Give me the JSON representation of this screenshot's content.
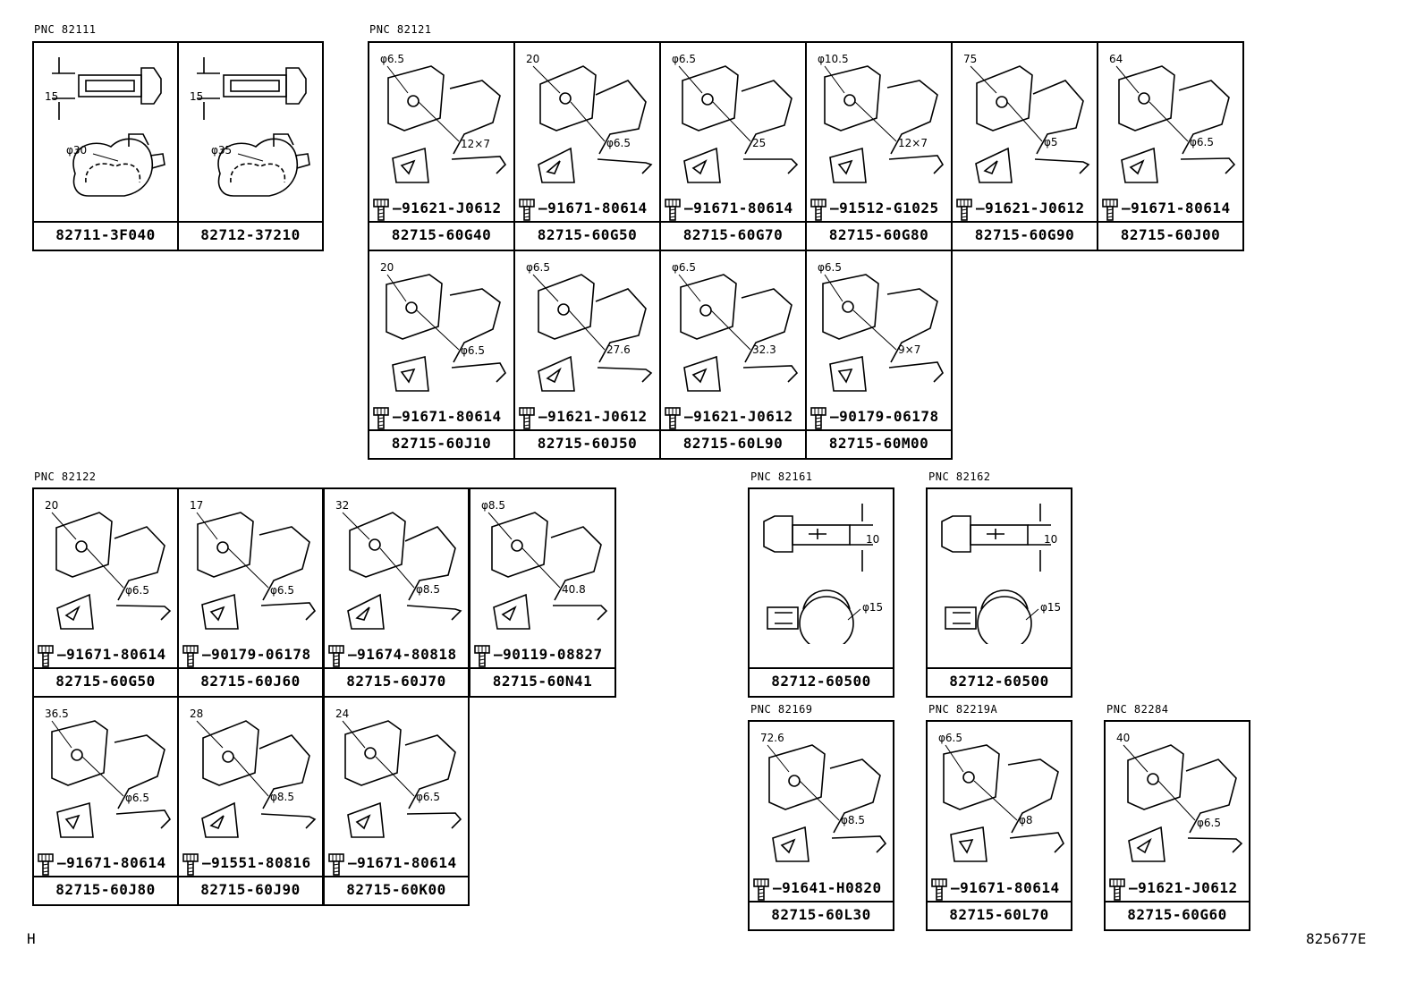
{
  "groups": [
    {
      "pnc": "PNC 82111",
      "cells": [
        {
          "part": "82711-3F040",
          "bolt": "",
          "dims": [
            "15",
            "φ30"
          ]
        },
        {
          "part": "82712-37210",
          "bolt": "",
          "dims": [
            "15",
            "φ35"
          ]
        }
      ]
    },
    {
      "pnc": "PNC 82121",
      "cells": [
        {
          "part": "82715-60G40",
          "bolt": "91621-J0612",
          "dims": [
            "φ6.5",
            "12×7"
          ]
        },
        {
          "part": "82715-60G50",
          "bolt": "91671-80614",
          "dims": [
            "20",
            "φ6.5"
          ]
        },
        {
          "part": "82715-60G70",
          "bolt": "91671-80614",
          "dims": [
            "φ6.5",
            "25"
          ]
        },
        {
          "part": "82715-60G80",
          "bolt": "91512-G1025",
          "dims": [
            "φ10.5",
            "12×7"
          ]
        },
        {
          "part": "82715-60G90",
          "bolt": "91621-J0612",
          "dims": [
            "75",
            "φ5"
          ]
        },
        {
          "part": "82715-60J00",
          "bolt": "91671-80614",
          "dims": [
            "64",
            "φ6.5"
          ]
        },
        {
          "part": "82715-60J10",
          "bolt": "91671-80614",
          "dims": [
            "20",
            "φ6.5"
          ]
        },
        {
          "part": "82715-60J50",
          "bolt": "91621-J0612",
          "dims": [
            "φ6.5",
            "27.6"
          ]
        },
        {
          "part": "82715-60L90",
          "bolt": "91621-J0612",
          "dims": [
            "φ6.5",
            "32.3"
          ]
        },
        {
          "part": "82715-60M00",
          "bolt": "90179-06178",
          "dims": [
            "φ6.5",
            "9×7"
          ]
        }
      ]
    },
    {
      "pnc": "PNC 82122",
      "cells": [
        {
          "part": "82715-60G50",
          "bolt": "91671-80614",
          "dims": [
            "20",
            "φ6.5"
          ]
        },
        {
          "part": "82715-60J60",
          "bolt": "90179-06178",
          "dims": [
            "17",
            "φ6.5"
          ]
        },
        {
          "part": "82715-60J70",
          "bolt": "91674-80818",
          "dims": [
            "32",
            "φ8.5"
          ]
        },
        {
          "part": "82715-60N41",
          "bolt": "90119-08827",
          "dims": [
            "φ8.5",
            "40.8"
          ]
        },
        {
          "part": "82715-60J80",
          "bolt": "91671-80614",
          "dims": [
            "36.5",
            "φ6.5"
          ]
        },
        {
          "part": "82715-60J90",
          "bolt": "91551-80816",
          "dims": [
            "28",
            "φ8.5"
          ]
        },
        {
          "part": "82715-60K00",
          "bolt": "91671-80614",
          "dims": [
            "24",
            "φ6.5"
          ]
        }
      ]
    },
    {
      "pnc": "PNC 82161",
      "cells": [
        {
          "part": "82712-60500",
          "bolt": "",
          "dims": [
            "10",
            "φ15"
          ]
        }
      ]
    },
    {
      "pnc": "PNC 82162",
      "cells": [
        {
          "part": "82712-60500",
          "bolt": "",
          "dims": [
            "10",
            "φ15"
          ]
        }
      ]
    },
    {
      "pnc": "PNC 82169",
      "cells": [
        {
          "part": "82715-60L30",
          "bolt": "91641-H0820",
          "dims": [
            "72.6",
            "φ8.5"
          ]
        }
      ]
    },
    {
      "pnc": "PNC 82219A",
      "cells": [
        {
          "part": "82715-60L70",
          "bolt": "91671-80614",
          "dims": [
            "φ6.5",
            "φ8"
          ]
        }
      ]
    },
    {
      "pnc": "PNC 82284",
      "cells": [
        {
          "part": "82715-60G60",
          "bolt": "91621-J0612",
          "dims": [
            "40",
            "φ6.5"
          ]
        }
      ]
    }
  ],
  "footer": {
    "left": "H",
    "right": "825677E"
  }
}
